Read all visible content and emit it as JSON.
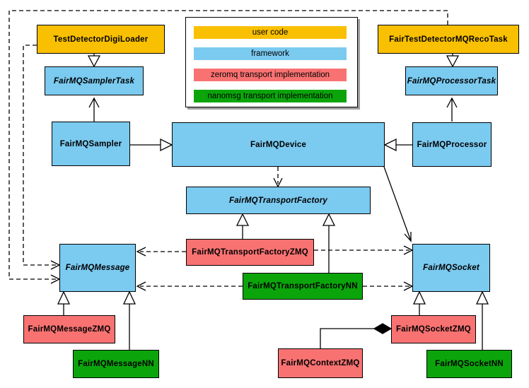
{
  "legend": {
    "items": [
      {
        "label": "user code",
        "color": "#F9C001"
      },
      {
        "label": "framework",
        "color": "#7BCAF0"
      },
      {
        "label": "zeromq transport implementation",
        "color": "#F97272"
      },
      {
        "label": "nanomsg transport implementation",
        "color": "#0BA50B"
      }
    ]
  },
  "diagram": {
    "nodes": {
      "test_detector_digi_loader": {
        "label": "TestDetectorDigiLoader",
        "category": "user code",
        "abstract": false
      },
      "fair_test_detector_mq_reco_task": {
        "label": "FairTestDetectorMQRecoTask",
        "category": "user code",
        "abstract": false
      },
      "fairmq_sampler_task": {
        "label": "FairMQSamplerTask",
        "category": "framework",
        "abstract": true
      },
      "fairmq_processor_task": {
        "label": "FairMQProcessorTask",
        "category": "framework",
        "abstract": true
      },
      "fairmq_sampler": {
        "label": "FairMQSampler",
        "category": "framework",
        "abstract": false
      },
      "fairmq_device": {
        "label": "FairMQDevice",
        "category": "framework",
        "abstract": false
      },
      "fairmq_processor": {
        "label": "FairMQProcessor",
        "category": "framework",
        "abstract": false
      },
      "fairmq_transport_factory": {
        "label": "FairMQTransportFactory",
        "category": "framework",
        "abstract": true
      },
      "fairmq_transport_factory_zmq": {
        "label": "FairMQTransportFactoryZMQ",
        "category": "zeromq transport implementation",
        "abstract": false
      },
      "fairmq_transport_factory_nn": {
        "label": "FairMQTransportFactoryNN",
        "category": "nanomsg transport implementation",
        "abstract": false
      },
      "fairmq_message": {
        "label": "FairMQMessage",
        "category": "framework",
        "abstract": true
      },
      "fairmq_socket": {
        "label": "FairMQSocket",
        "category": "framework",
        "abstract": true
      },
      "fairmq_message_zmq": {
        "label": "FairMQMessageZMQ",
        "category": "zeromq transport implementation",
        "abstract": false
      },
      "fairmq_message_nn": {
        "label": "FairMQMessageNN",
        "category": "nanomsg transport implementation",
        "abstract": false
      },
      "fairmq_socket_zmq": {
        "label": "FairMQSocketZMQ",
        "category": "zeromq transport implementation",
        "abstract": false
      },
      "fairmq_socket_nn": {
        "label": "FairMQSocketNN",
        "category": "nanomsg transport implementation",
        "abstract": false
      },
      "fairmq_context_zmq": {
        "label": "FairMQContextZMQ",
        "category": "zeromq transport implementation",
        "abstract": false
      }
    },
    "edges": [
      {
        "from": "TestDetectorDigiLoader",
        "to": "FairMQSamplerTask",
        "type": "inheritance"
      },
      {
        "from": "FairTestDetectorMQRecoTask",
        "to": "FairMQProcessorTask",
        "type": "inheritance"
      },
      {
        "from": "FairMQSampler",
        "to": "FairMQSamplerTask",
        "type": "association-arrow"
      },
      {
        "from": "FairMQProcessor",
        "to": "FairMQProcessorTask",
        "type": "association-arrow"
      },
      {
        "from": "FairMQSampler",
        "to": "FairMQDevice",
        "type": "inheritance"
      },
      {
        "from": "FairMQProcessor",
        "to": "FairMQDevice",
        "type": "inheritance"
      },
      {
        "from": "FairMQDevice",
        "to": "FairMQTransportFactory",
        "type": "dashed-dependency"
      },
      {
        "from": "FairMQDevice",
        "to": "FairMQSocket",
        "type": "association-arrow"
      },
      {
        "from": "FairMQTransportFactoryZMQ",
        "to": "FairMQTransportFactory",
        "type": "inheritance"
      },
      {
        "from": "FairMQTransportFactoryNN",
        "to": "FairMQTransportFactory",
        "type": "inheritance"
      },
      {
        "from": "FairMQTransportFactoryZMQ",
        "to": "FairMQMessage",
        "type": "dashed-dependency"
      },
      {
        "from": "FairMQTransportFactoryZMQ",
        "to": "FairMQSocket",
        "type": "dashed-dependency"
      },
      {
        "from": "FairMQTransportFactoryNN",
        "to": "FairMQMessage",
        "type": "dashed-dependency"
      },
      {
        "from": "FairMQTransportFactoryNN",
        "to": "FairMQSocket",
        "type": "dashed-dependency"
      },
      {
        "from": "TestDetectorDigiLoader",
        "to": "FairMQMessage",
        "type": "dashed-dependency"
      },
      {
        "from": "FairTestDetectorMQRecoTask",
        "to": "FairMQMessage",
        "type": "dashed-dependency"
      },
      {
        "from": "FairMQMessageZMQ",
        "to": "FairMQMessage",
        "type": "inheritance"
      },
      {
        "from": "FairMQMessageNN",
        "to": "FairMQMessage",
        "type": "inheritance"
      },
      {
        "from": "FairMQSocketZMQ",
        "to": "FairMQSocket",
        "type": "inheritance"
      },
      {
        "from": "FairMQSocketNN",
        "to": "FairMQSocket",
        "type": "inheritance"
      },
      {
        "from": "FairMQContextZMQ",
        "to": "FairMQSocketZMQ",
        "type": "composition"
      }
    ]
  }
}
